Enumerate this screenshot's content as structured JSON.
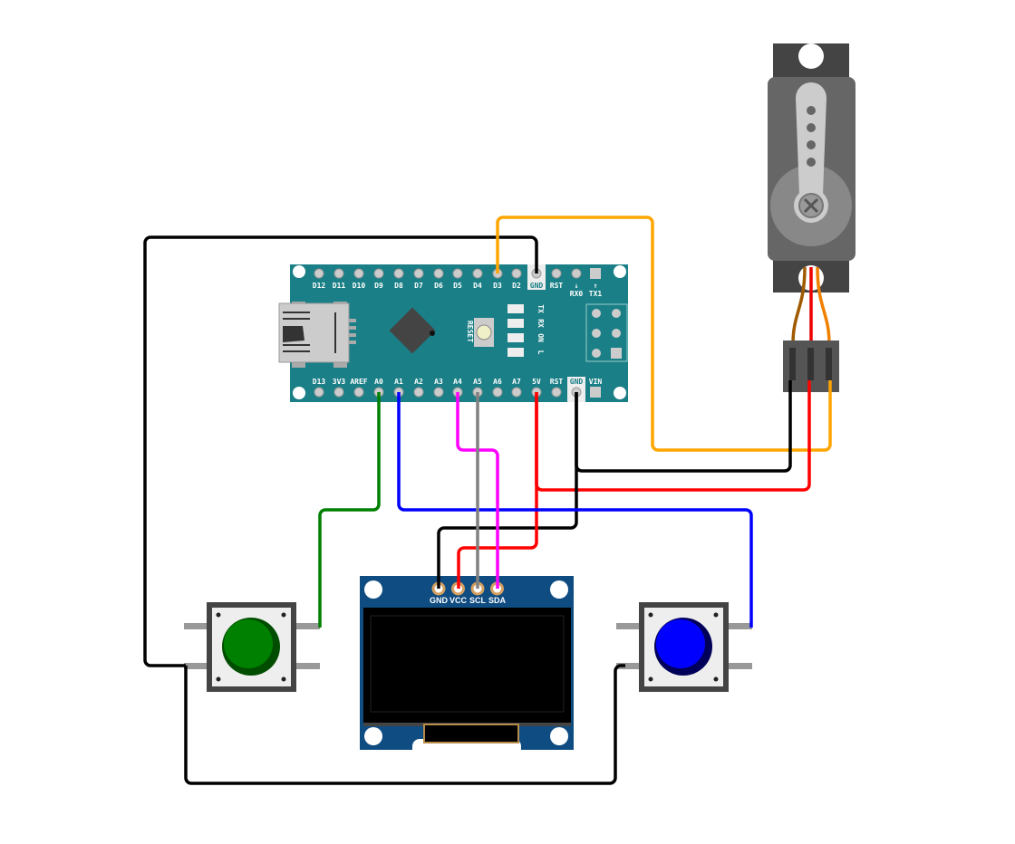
{
  "arduino_nano": {
    "top_pins": [
      "D12",
      "D11",
      "D10",
      "D9",
      "D8",
      "D7",
      "D6",
      "D5",
      "D4",
      "D3",
      "D2",
      "GND",
      "RST",
      "RX0",
      "TX1"
    ],
    "bottom_pins": [
      "D13",
      "3V3",
      "AREF",
      "A0",
      "A1",
      "A2",
      "A3",
      "A4",
      "A5",
      "A6",
      "A7",
      "5V",
      "RST",
      "GND",
      "VIN"
    ],
    "reset_label": "RESET",
    "leds": [
      "TX",
      "RX",
      "ON",
      "L"
    ],
    "arrows": {
      "rx": "↓",
      "tx": "↑"
    }
  },
  "oled": {
    "pins": [
      "GND",
      "VCC",
      "SCL",
      "SDA"
    ]
  },
  "buttons": [
    {
      "color": "#008000"
    },
    {
      "color": "#0000ff"
    }
  ],
  "wire_colors": {
    "gnd": "#000000",
    "vcc": "#ff0000",
    "d3": "#ffa500",
    "a0": "#008000",
    "a1": "#0000ff",
    "a4": "#ff00ff",
    "a5": "#808080"
  }
}
